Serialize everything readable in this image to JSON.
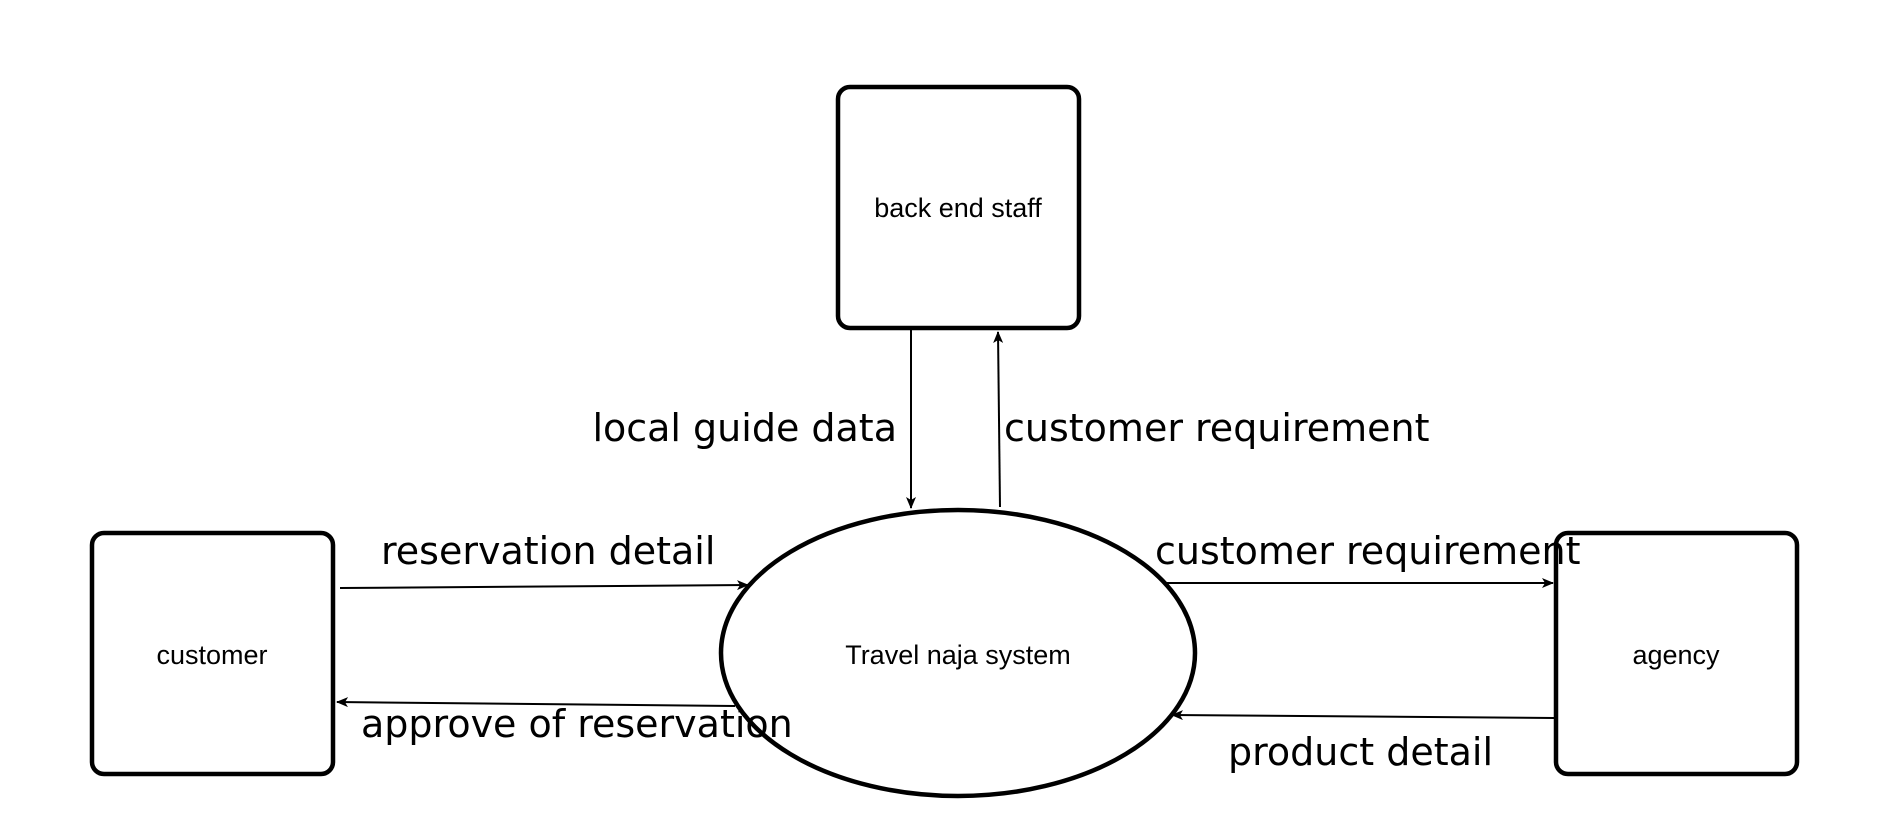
{
  "diagram": {
    "nodes": {
      "back_end_staff": "back end staff",
      "customer": "customer",
      "system": "Travel naja system",
      "agency": "agency"
    },
    "flows": {
      "local_guide_data": "local guide data",
      "customer_requirement_to_staff": "customer requirement",
      "reservation_detail": "reservation detail",
      "approve_of_reservation": "approve of reservation",
      "customer_requirement_to_agency": "customer requirement",
      "product_detail": "product detail"
    },
    "colors": {
      "stroke": "#000000",
      "background": "#ffffff"
    }
  }
}
